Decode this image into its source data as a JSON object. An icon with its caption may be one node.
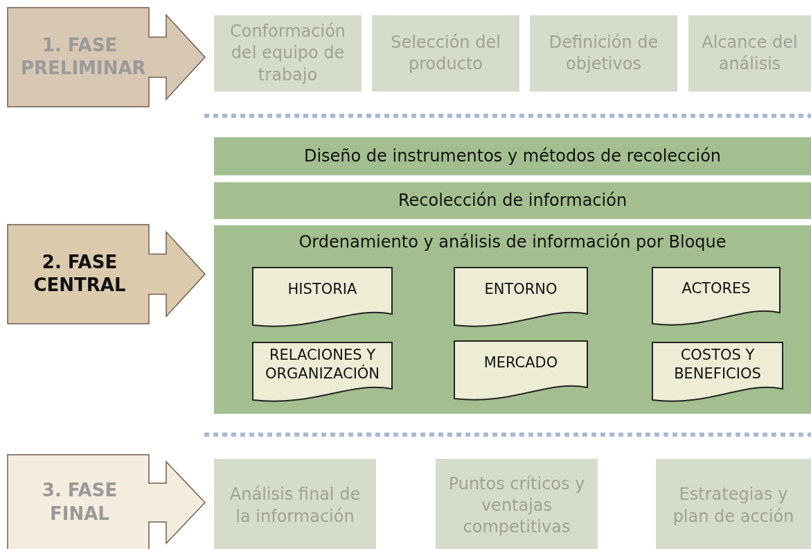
{
  "diagram": {
    "nodes": [
      {
        "text": [
          "1. FASE PRELIMINAR"
        ]
      },
      {
        "text": [
          "Conformación del equipo de trabajo"
        ]
      },
      {
        "text": [
          "Selección del producto"
        ]
      },
      {
        "text": [
          "Definición de objetivos"
        ]
      },
      {
        "text": [
          "Alcance del análisis"
        ]
      },
      {
        "text": [
          "2. FASE CENTRAL"
        ]
      },
      {
        "text": [
          "Diseño de instrumentos y métodos de recolección"
        ]
      },
      {
        "text": [
          "Recolección de información"
        ]
      },
      {
        "text": [
          "Ordenamiento y análisis de información por Bloque"
        ]
      },
      {
        "text": [
          "HISTORIA"
        ],
        "in": 8
      },
      {
        "text": [
          "ENTORNO"
        ],
        "in": 8
      },
      {
        "text": [
          "ACTORES"
        ],
        "in": 8
      },
      {
        "text": [
          "RELACIONES Y ORGANIZACIÓN"
        ],
        "in": 8
      },
      {
        "text": [
          "MERCADO"
        ],
        "in": 8
      },
      {
        "text": [
          "COSTOS Y BENEFICIOS"
        ],
        "in": 8
      },
      {
        "text": [
          "3. FASE FINAL"
        ]
      },
      {
        "text": [
          "Análisis final de la información"
        ]
      },
      {
        "text": [
          "Puntos críticos y ventajas competitivas"
        ]
      },
      {
        "text": [
          "Estrategias y plan de acción"
        ]
      }
    ],
    "edges": []
  }
}
